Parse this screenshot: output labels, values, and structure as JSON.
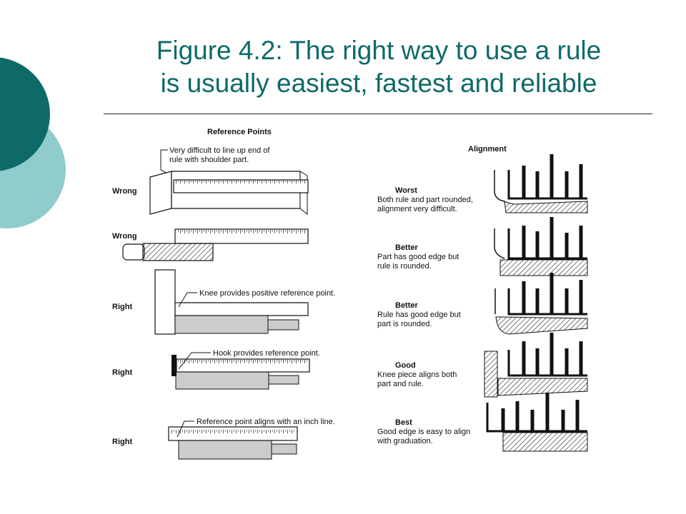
{
  "slide": {
    "title_line1": "Figure 4.2: The right way to use a rule",
    "title_line2": "is usually easiest, fastest and reliable",
    "accent_dark": "#0e6a68",
    "accent_light": "#8fcccb"
  },
  "reference_points": {
    "heading": "Reference Points",
    "rows": [
      {
        "side": "Wrong",
        "callout_line1": "Very difficult to line up end of",
        "callout_line2": "rule with shoulder part."
      },
      {
        "side": "Wrong"
      },
      {
        "side": "Right",
        "callout": "Knee provides positive reference point."
      },
      {
        "side": "Right",
        "callout": "Hook provides reference point."
      },
      {
        "side": "Right",
        "callout": "Reference point aligns with an inch line."
      }
    ]
  },
  "alignment": {
    "heading": "Alignment",
    "rows": [
      {
        "title": "Worst",
        "line1": "Both rule and part rounded,",
        "line2": "alignment very difficult."
      },
      {
        "title": "Better",
        "line1": "Part has good edge but",
        "line2": "rule is rounded."
      },
      {
        "title": "Better",
        "line1": "Rule has good edge but",
        "line2": "part is rounded."
      },
      {
        "title": "Good",
        "line1": "Knee piece aligns both",
        "line2": "part and rule."
      },
      {
        "title": "Best",
        "line1": "Good edge is easy to align",
        "line2": "with graduation."
      }
    ]
  }
}
